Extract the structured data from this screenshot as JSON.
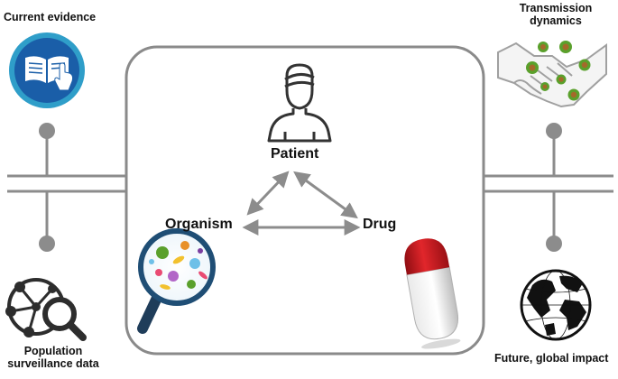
{
  "labels": {
    "current_evidence": "Current evidence",
    "transmission_dynamics_line1": "Transmission",
    "transmission_dynamics_line2": "dynamics",
    "population_surveillance_line1": "Population",
    "population_surveillance_line2": "surveillance data",
    "future_global_impact": "Future, global impact",
    "patient": "Patient",
    "organism": "Organism",
    "drug": "Drug"
  },
  "icons": {
    "current_evidence": "open-book-with-hand-icon",
    "transmission_dynamics": "handshake-with-microbes-icon",
    "population_surveillance": "network-magnifier-icon",
    "future_global_impact": "globe-icon",
    "patient": "patient-bandaged-head-icon",
    "organism": "magnifier-microbes-icon",
    "drug": "capsule-pill-icon"
  },
  "colors": {
    "connector": "#8c8c8c",
    "frame": "#8a8a8a",
    "book_circle": "#1a5ea8",
    "book_ring": "#2f9ec9",
    "pill_red": "#c8161d",
    "microbe_green": "#5aa02c"
  }
}
